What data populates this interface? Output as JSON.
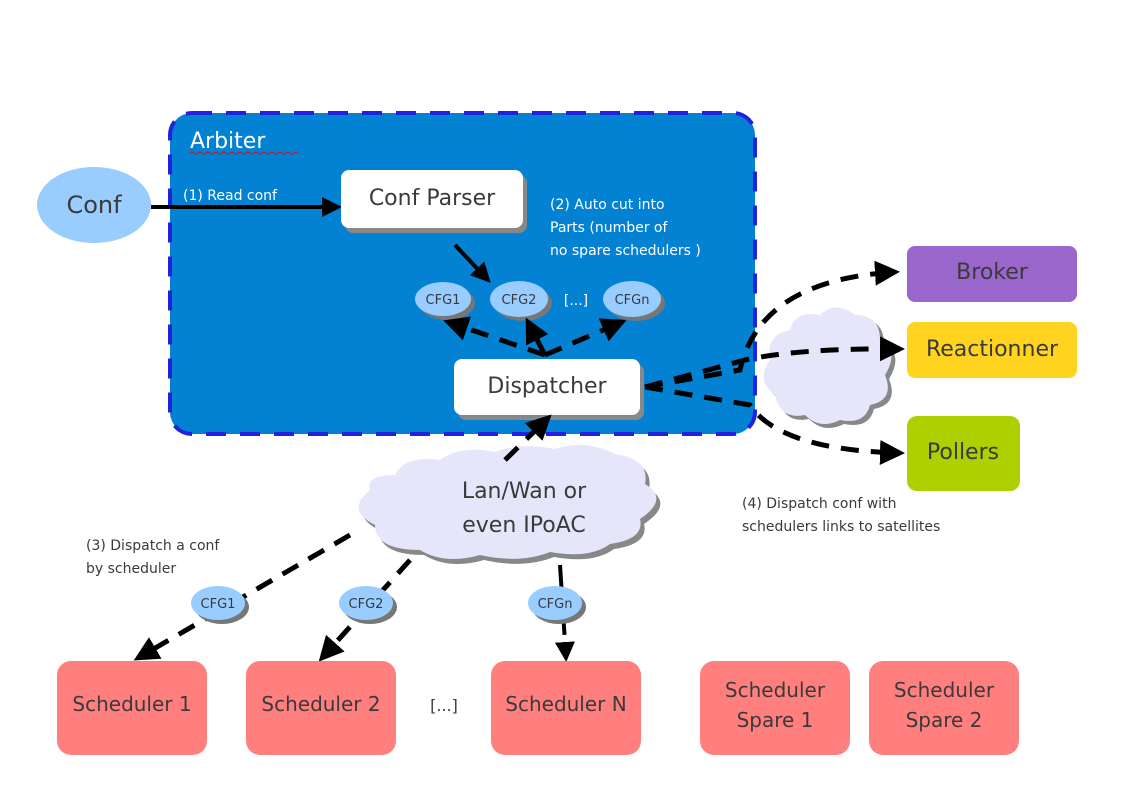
{
  "arbiter": {
    "title": "Arbiter",
    "fill": "#0381d3",
    "border": "#2222dd"
  },
  "conf": {
    "label": "Conf",
    "fill": "#99ccff"
  },
  "conf_parser": {
    "label": "Conf Parser"
  },
  "dispatcher": {
    "label": "Dispatcher"
  },
  "annotations": {
    "read_conf": "(1) Read conf",
    "auto_cut_line1": "(2) Auto cut into",
    "auto_cut_line2": "Parts (number of",
    "auto_cut_line3": "no spare schedulers )",
    "dispatch_conf_line1": "(3) Dispatch a conf",
    "dispatch_conf_line2": "by scheduler",
    "dispatch_sat_line1": "(4) Dispatch conf with",
    "dispatch_sat_line2": "schedulers links to satellites"
  },
  "cfg_parts": {
    "items": [
      "CFG1",
      "CFG2",
      "CFGn"
    ],
    "ellipsis": "[...]",
    "fill": "#99ccff"
  },
  "network_cloud": {
    "line1": "Lan/Wan or",
    "line2": "even IPoAC",
    "fill": "#e6e6fa"
  },
  "satellites": [
    {
      "label": "Broker",
      "fill": "#9966cc"
    },
    {
      "label": "Reactionner",
      "fill": "#ffd320"
    },
    {
      "label": "Pollers",
      "fill": "#aecf00"
    }
  ],
  "dispatched_cfgs": [
    "CFG1",
    "CFG2",
    "CFGn"
  ],
  "schedulers": {
    "items": [
      "Scheduler 1",
      "Scheduler 2",
      "Scheduler N"
    ],
    "ellipsis": "[...]",
    "fill": "#ff7f7f"
  },
  "spare_schedulers": [
    {
      "line1": "Scheduler",
      "line2": "Spare 1"
    },
    {
      "line1": "Scheduler",
      "line2": "Spare 2"
    }
  ]
}
